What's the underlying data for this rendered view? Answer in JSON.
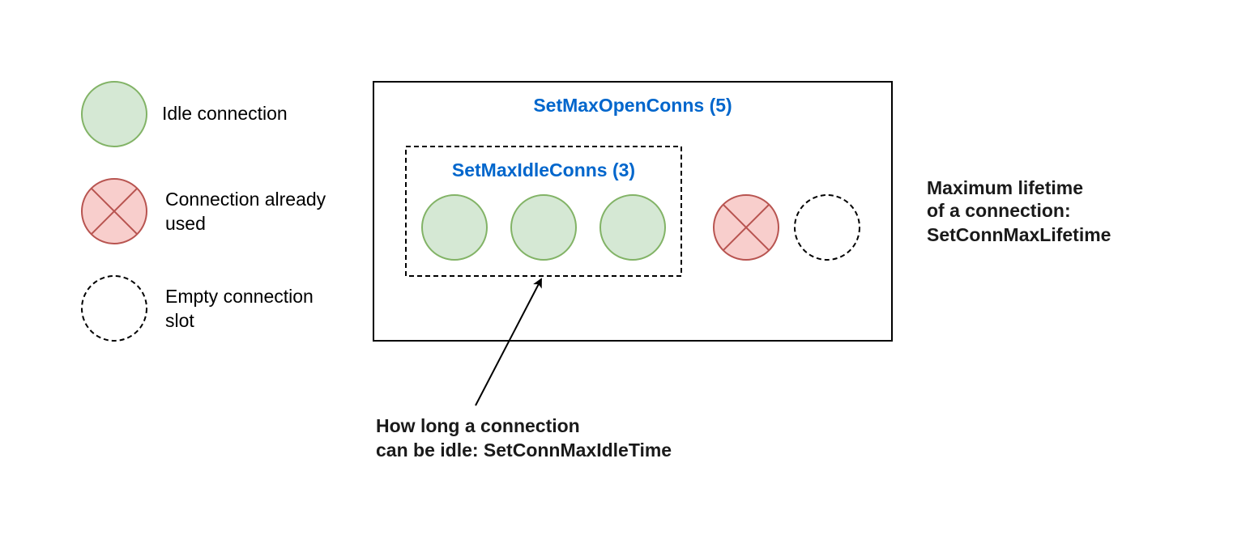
{
  "legend": {
    "idle": {
      "label": "Idle connection"
    },
    "used": {
      "label_line1": "Connection already",
      "label_line2": "used"
    },
    "empty": {
      "label_line1": "Empty connection",
      "label_line2": "slot"
    }
  },
  "pool": {
    "title": "SetMaxOpenConns (5)",
    "idle_group_title": "SetMaxIdleConns (3)"
  },
  "lifetime_note": {
    "line1": "Maximum lifetime",
    "line2": "of a connection:",
    "line3": "SetConnMaxLifetime"
  },
  "idle_time_note": {
    "line1": "How long a connection",
    "line2": "can be idle: SetConnMaxIdleTime"
  },
  "colors": {
    "idle_fill": "#d5e8d4",
    "idle_stroke": "#82b366",
    "used_fill": "#f8cecc",
    "used_stroke": "#b85450",
    "title_blue": "#0066cc",
    "text": "#000000"
  }
}
